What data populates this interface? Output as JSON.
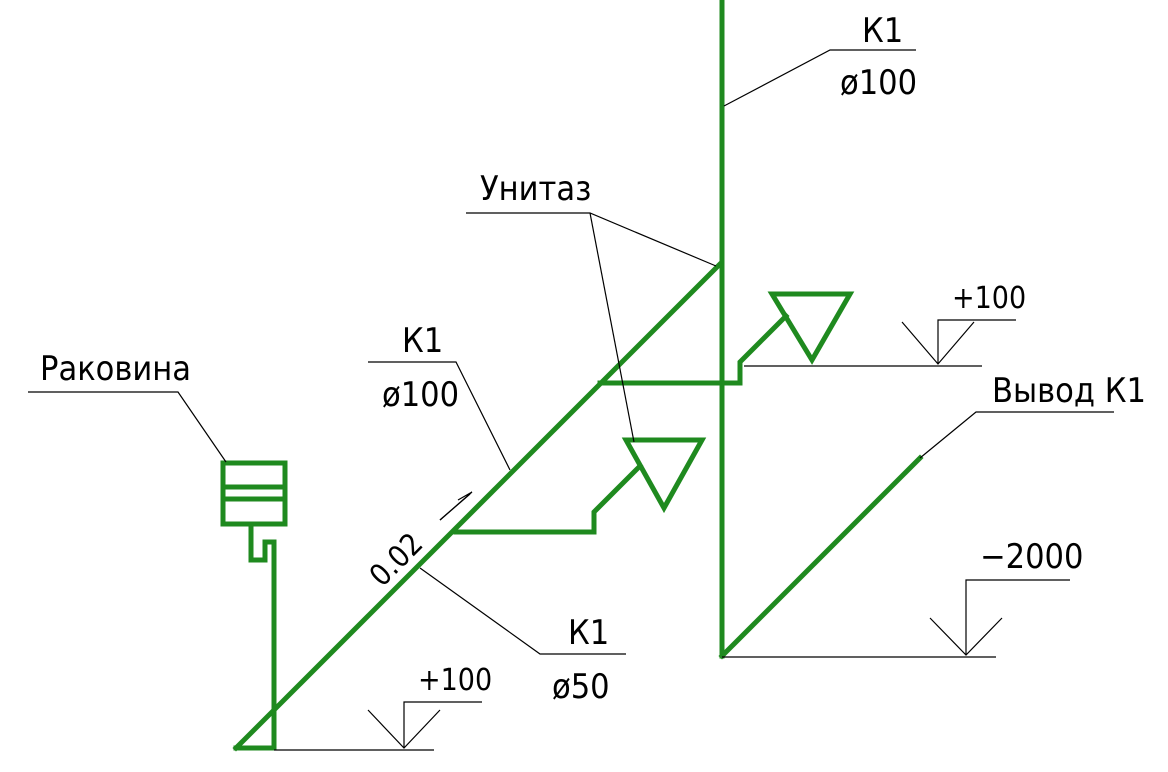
{
  "colors": {
    "pipe": "#1f8a1f",
    "leader": "#000000",
    "background": "#ffffff"
  },
  "labels": {
    "riser_top": {
      "line1": "К1",
      "line2": "ø100"
    },
    "toilet": "Унитаз",
    "main_pipe": {
      "line1": "К1",
      "line2": "ø100"
    },
    "sink": "Раковина",
    "branch_pipe": {
      "line1": "К1",
      "line2": "ø50"
    },
    "slope": "0.02",
    "outlet": "Вывод К1",
    "level_upper": "+100",
    "level_lower": "+100",
    "level_outlet": "−2000"
  }
}
